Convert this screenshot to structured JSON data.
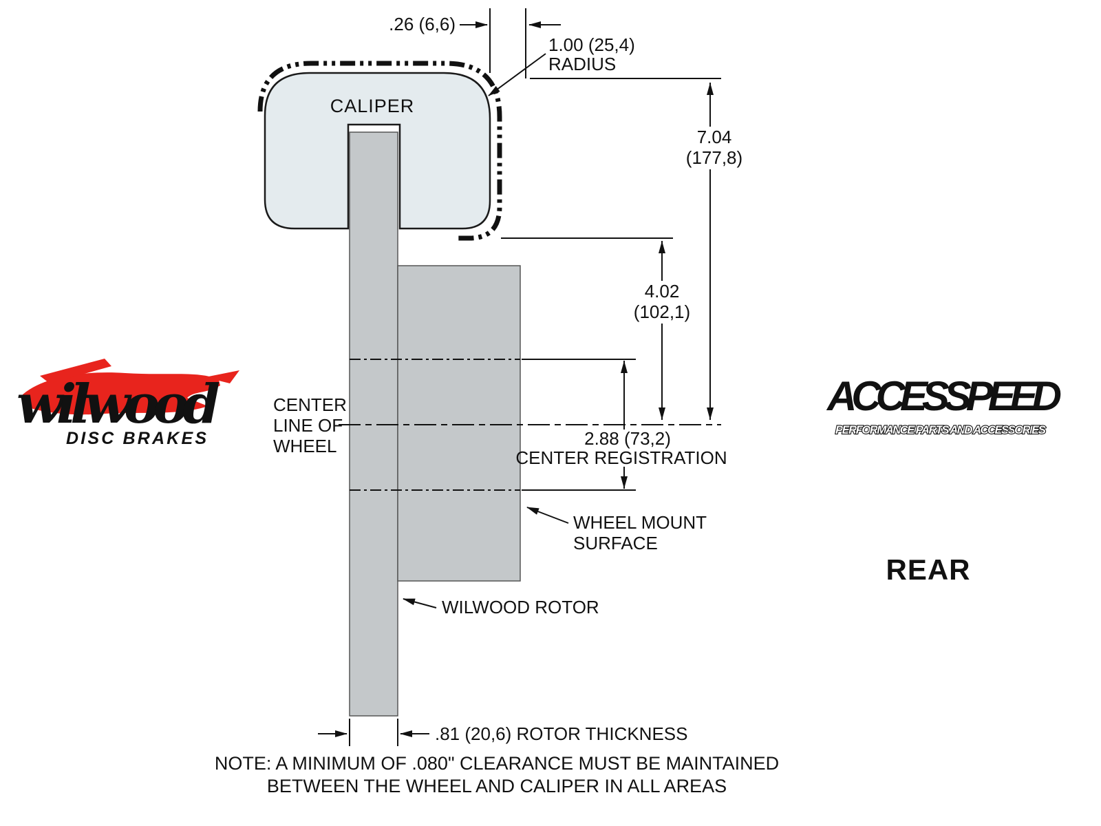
{
  "diagram": {
    "caliper_label": "CALIPER",
    "dim_offset": ".26 (6,6)",
    "radius_value": "1.00 (25,4)",
    "radius_word": "RADIUS",
    "dim_total_in": "7.04",
    "dim_total_mm": "(177,8)",
    "dim_mid_in": "4.02",
    "dim_mid_mm": "(102,1)",
    "dim_reg_value": "2.88 (73,2)",
    "dim_reg_label": "CENTER REGISTRATION",
    "centerline_1": "CENTER",
    "centerline_2": "LINE OF",
    "centerline_3": "WHEEL",
    "wheel_mount_1": "WHEEL MOUNT",
    "wheel_mount_2": "SURFACE",
    "rotor_label": "WILWOOD ROTOR",
    "thickness_label": ".81 (20,6) ROTOR THICKNESS",
    "note_1": "NOTE: A MINIMUM OF .080\" CLEARANCE MUST BE MAINTAINED",
    "note_2": "BETWEEN THE WHEEL AND CALIPER IN ALL AREAS"
  },
  "branding": {
    "wilwood_script": "wilwood",
    "wilwood_sub": "DISC BRAKES",
    "accesspeed": "ACCESSPEED",
    "accesspeed_sub": "PERFORMANCE PARTS AND ACCESSORIES",
    "position_label": "REAR"
  },
  "colors": {
    "caliper_fill": "#e4ebee",
    "rotor_fill": "#c4c8ca",
    "brand_red": "#e8241d",
    "line": "#111111"
  }
}
